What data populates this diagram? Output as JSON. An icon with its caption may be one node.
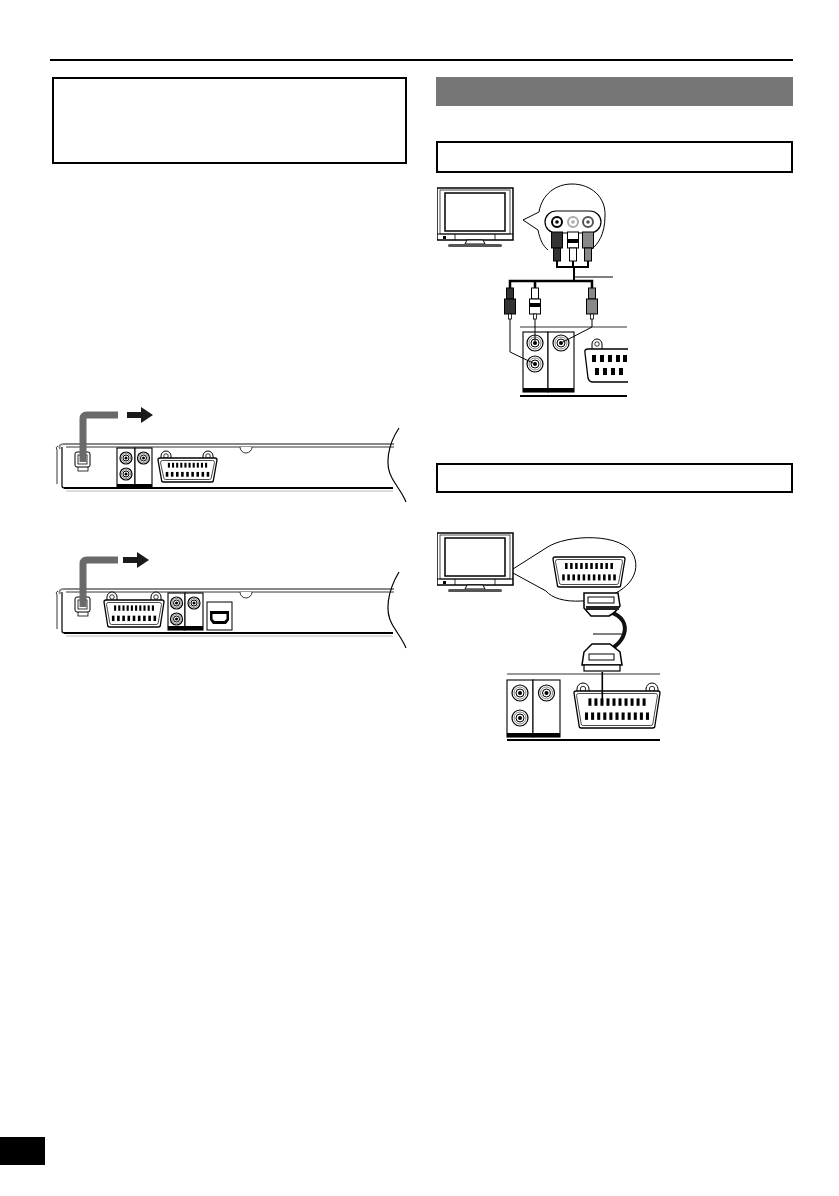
{
  "diagram": {
    "nodes": [
      {
        "text": [],
        "shape": "box"
      },
      {
        "text": [],
        "shape": "picture"
      },
      {
        "text": [],
        "shape": "picture"
      },
      {
        "text": [],
        "shape": "bar"
      },
      {
        "text": [],
        "shape": "box"
      },
      {
        "text": [],
        "shape": "picture"
      },
      {
        "text": [],
        "shape": "picture",
        "in": 5
      },
      {
        "text": [],
        "shape": "box"
      },
      {
        "text": [],
        "shape": "picture"
      },
      {
        "text": [],
        "shape": "picture",
        "in": 8
      },
      {
        "text": [],
        "shape": "bar"
      }
    ],
    "edges": [
      {
        "from": null,
        "to": 6,
        "arrow": "none"
      },
      {
        "from": null,
        "to": 9,
        "arrow": "none"
      }
    ]
  }
}
